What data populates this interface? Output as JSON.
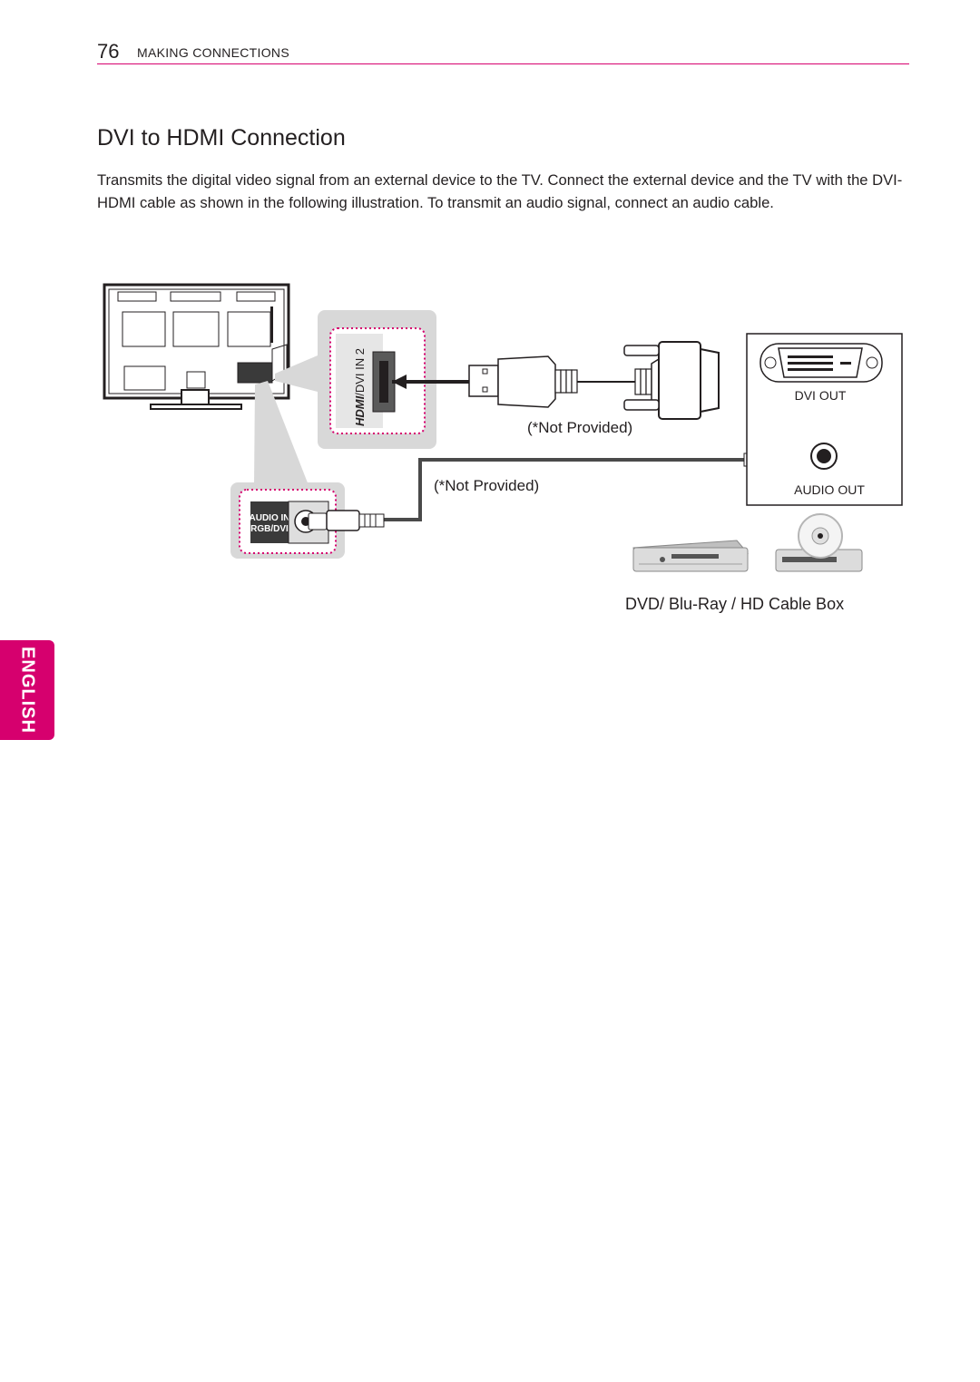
{
  "header": {
    "page_number": "76",
    "section": "MAKING CONNECTIONS"
  },
  "title": "DVI to HDMI Connection",
  "body": "Transmits the digital video signal from an external device to the TV. Connect the external device and the TV with the DVI-HDMI cable as shown in the following illustration. To transmit an audio signal, connect an audio cable.",
  "diagram": {
    "tv_port_hdmi_logo": "HDMI",
    "tv_port_label": "/DVI IN 2",
    "tv_audio_in_label_1": "AUDIO IN",
    "tv_audio_in_label_2": "(RGB/DVI)",
    "dvi_cable_note": "(*Not Provided)",
    "audio_cable_note": "(*Not Provided)",
    "device_dvi_out_label": "DVI OUT",
    "device_audio_out_label": "AUDIO OUT",
    "devices_caption": "DVD/ Blu-Ray / HD Cable Box"
  },
  "side_tab": "ENGLISH",
  "colors": {
    "accent": "#d6006e",
    "text": "#231f20",
    "panel_gray": "#d8d8d8"
  }
}
